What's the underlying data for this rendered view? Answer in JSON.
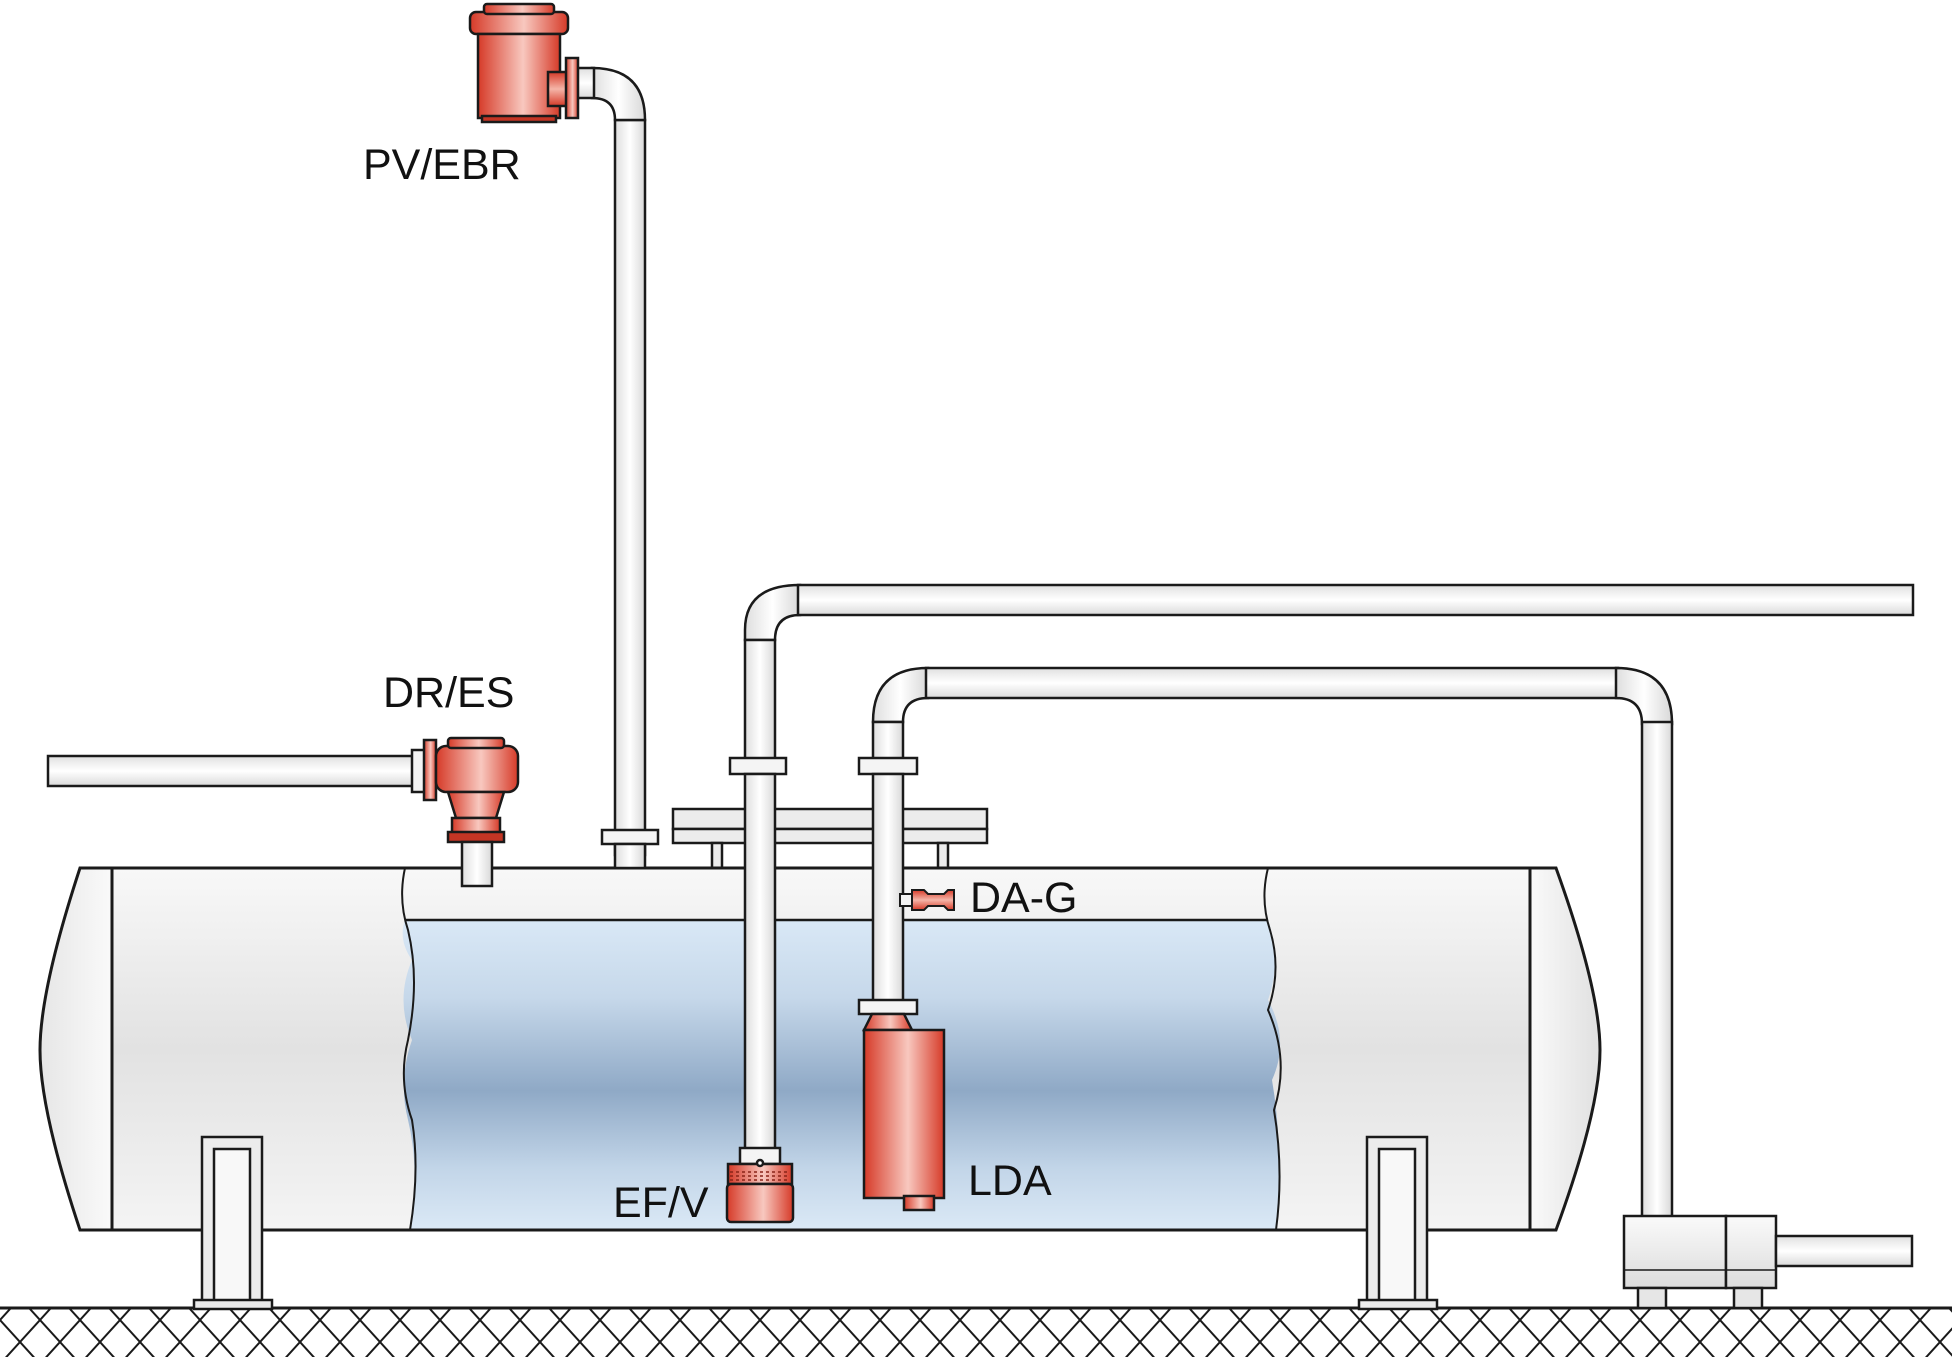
{
  "labels": {
    "pv_ebr": "PV/EBR",
    "dr_es": "DR/ES",
    "da_g": "DA-G",
    "ef_v": "EF/V",
    "lda": "LDA"
  },
  "colors": {
    "device_red": "#e0412f",
    "device_highlight": "#f8c8bf",
    "pipe_fill": "#f2f2f2",
    "tank_fill": "#efefef",
    "liquid_light": "#d9e8f6",
    "liquid_dark": "#8fa9c6",
    "outline": "#1a1a1a"
  }
}
